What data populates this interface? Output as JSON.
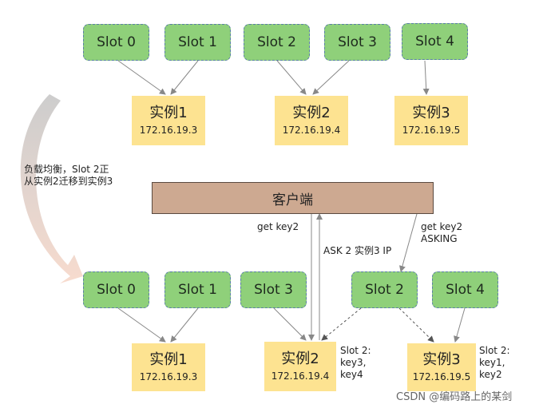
{
  "top": {
    "slots": [
      "Slot 0",
      "Slot 1",
      "Slot 2",
      "Slot 3",
      "Slot 4"
    ],
    "instances": [
      {
        "name": "实例1",
        "ip": "172.16.19.3"
      },
      {
        "name": "实例2",
        "ip": "172.16.19.4"
      },
      {
        "name": "实例3",
        "ip": "172.16.19.5"
      }
    ]
  },
  "migration_note": {
    "line1": "负载均衡，Slot 2正",
    "line2": "从实例2迁移到实例3"
  },
  "client": {
    "label": "客户端"
  },
  "requests": {
    "get_key2": "get  key2",
    "ask_reply": "ASK 2 实例3 IP",
    "get_key2_asking_line1": "get key2",
    "get_key2_asking_line2": "ASKING"
  },
  "bottom": {
    "slots": [
      "Slot 0",
      "Slot 1",
      "Slot 3",
      "Slot 2",
      "Slot 4"
    ],
    "instances": [
      {
        "name": "实例1",
        "ip": "172.16.19.3"
      },
      {
        "name": "实例2",
        "ip": "172.16.19.4"
      },
      {
        "name": "实例3",
        "ip": "172.16.19.5"
      }
    ],
    "inst2_note": {
      "line1": "Slot 2:",
      "line2": "key3,",
      "line3": "key4"
    },
    "inst3_note": {
      "line1": "Slot 2:",
      "line2": "key1,",
      "line3": "key2"
    }
  },
  "watermark": "CSDN @编码路上的某剑",
  "colors": {
    "slot_fill": "#8fd07a",
    "slot_border": "#5a7fa6",
    "instance_fill": "#fde391",
    "client_fill": "#cda991",
    "arrow": "#888888",
    "migration_arrow": "#f3d2c3"
  }
}
